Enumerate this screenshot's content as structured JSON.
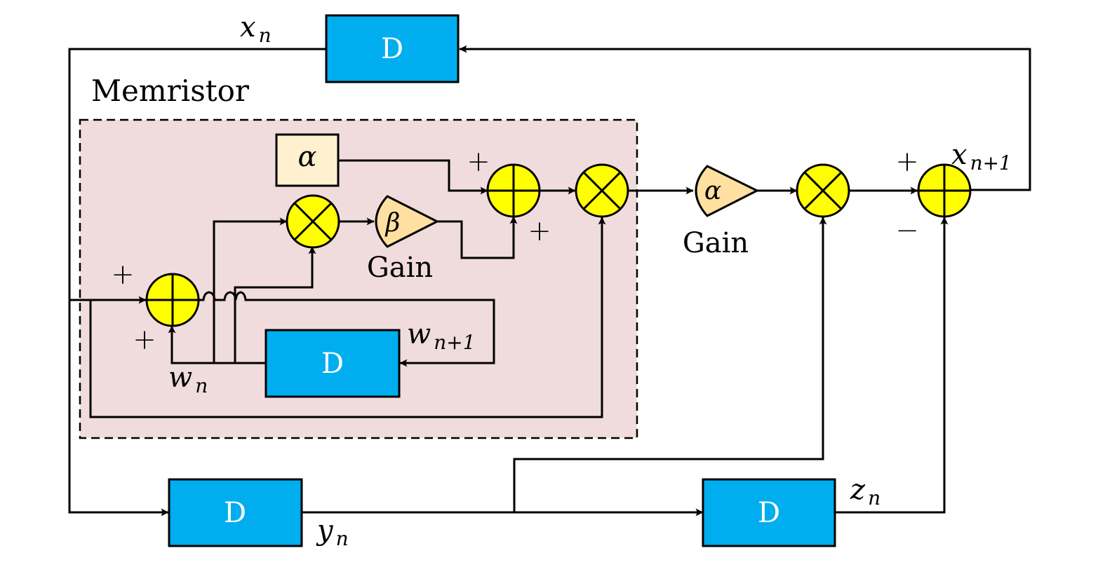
{
  "diagram": {
    "region_label": "Memristor",
    "delay_blocks": {
      "top": "D",
      "memristor": "D",
      "bottom_left": "D",
      "bottom_right": "D"
    },
    "constant_block": "α",
    "gains": {
      "beta": {
        "symbol": "β",
        "label": "Gain"
      },
      "alpha": {
        "symbol": "α",
        "label": "Gain"
      }
    },
    "signals": {
      "x_n": {
        "base": "x",
        "sub": "n"
      },
      "x_n1": {
        "base": "x",
        "sub": "n+1"
      },
      "w_n": {
        "base": "w",
        "sub": "n"
      },
      "w_n1": {
        "base": "w",
        "sub": "n+1"
      },
      "y_n": {
        "base": "y",
        "sub": "n"
      },
      "z_n": {
        "base": "z",
        "sub": "n"
      }
    },
    "signs": {
      "sum1_top": "+",
      "sum1_bottom": "+",
      "sum2_top": "+",
      "sum2_bottom": "+",
      "sum3_top": "+",
      "sum3_bottom": "−"
    }
  }
}
